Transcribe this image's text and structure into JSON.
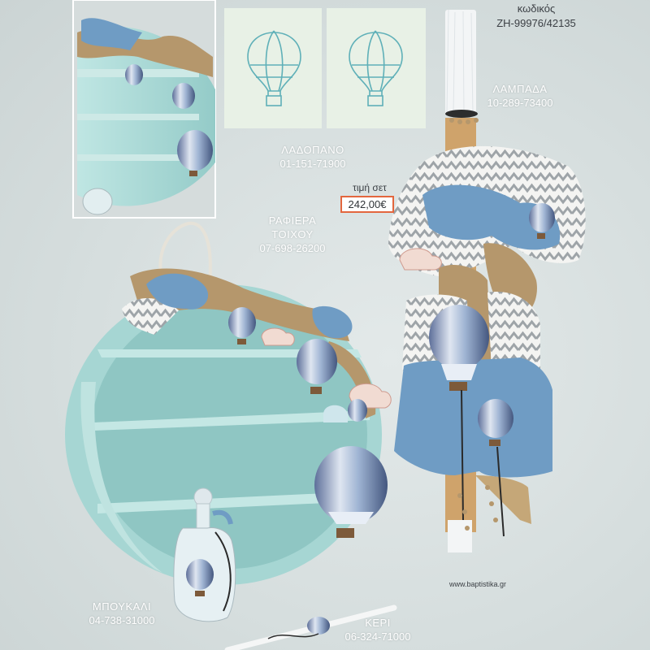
{
  "set": {
    "code_label": "κωδικός",
    "code_value": "ZH-99976/42135",
    "price_label": "τιμή σετ",
    "price_value": "242,00€",
    "website": "www.baptistika.gr"
  },
  "products": {
    "oil_cloth": {
      "name": "ΛΑΔΟΠΑΝΟ",
      "code": "01-151-71900"
    },
    "candle": {
      "name": "ΛΑΜΠΑΔΑ",
      "code": "10-289-73400"
    },
    "wall_shelf": {
      "name_line1": "ΡΑΦΙΕΡΑ",
      "name_line2": "ΤΟΙΧΟΥ",
      "code": "07-698-26200"
    },
    "bottle": {
      "name": "ΜΠΟΥΚΑΛΙ",
      "code": "04-738-31000"
    },
    "wax": {
      "name": "ΚΕΡΙ",
      "code": "06-324-71000"
    }
  },
  "colors": {
    "mint": "#a9d9d6",
    "dusty_blue": "#6f9cc4",
    "burlap": "#b5976c",
    "chevron_grey": "#9ea4a8",
    "price_border": "#e3663e"
  }
}
